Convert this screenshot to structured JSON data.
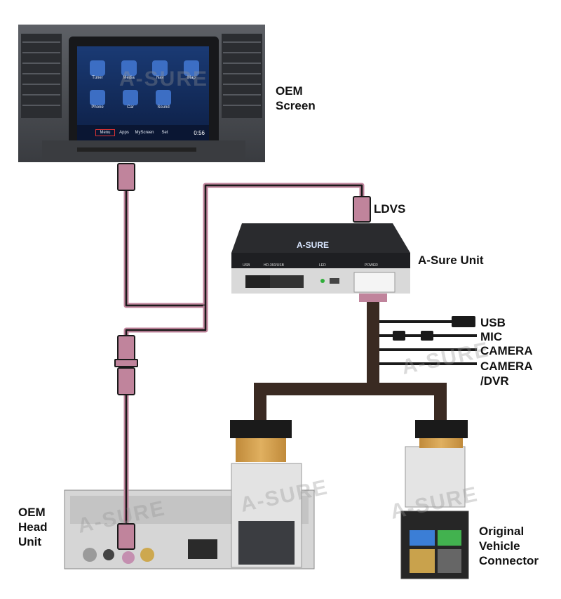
{
  "labels": {
    "oem_screen": [
      "OEM",
      "Screen"
    ],
    "ldvs": "LDVS",
    "asure_unit": "A-Sure Unit",
    "usb": "USB",
    "mic": "MIC",
    "camera": "CAMERA",
    "camera_dvr": [
      "CAMERA",
      "/DVR"
    ],
    "oem_head_unit": [
      "OEM",
      "Head",
      "Unit"
    ],
    "original_vehicle_connector": [
      "Original",
      "Vehicle",
      "Connector"
    ]
  },
  "screen": {
    "apps": [
      "Tuner",
      "Media",
      "Nav",
      "Map",
      "Phone",
      "Car",
      "Sound"
    ],
    "bottom_bar": [
      "Menu",
      "Apps",
      "MyScreen",
      "Set"
    ],
    "clock": "0:56"
  },
  "unit": {
    "brand": "A-SURE",
    "ports": [
      "USB",
      "HD-360/USB",
      "LED",
      "POWER"
    ]
  },
  "watermark": "A-SURE",
  "colors": {
    "lvds_cable": "#c0849c",
    "cable_core": "#1a1a1a",
    "harness": "#3a2a22",
    "gold_pins": "#c08a3a"
  }
}
